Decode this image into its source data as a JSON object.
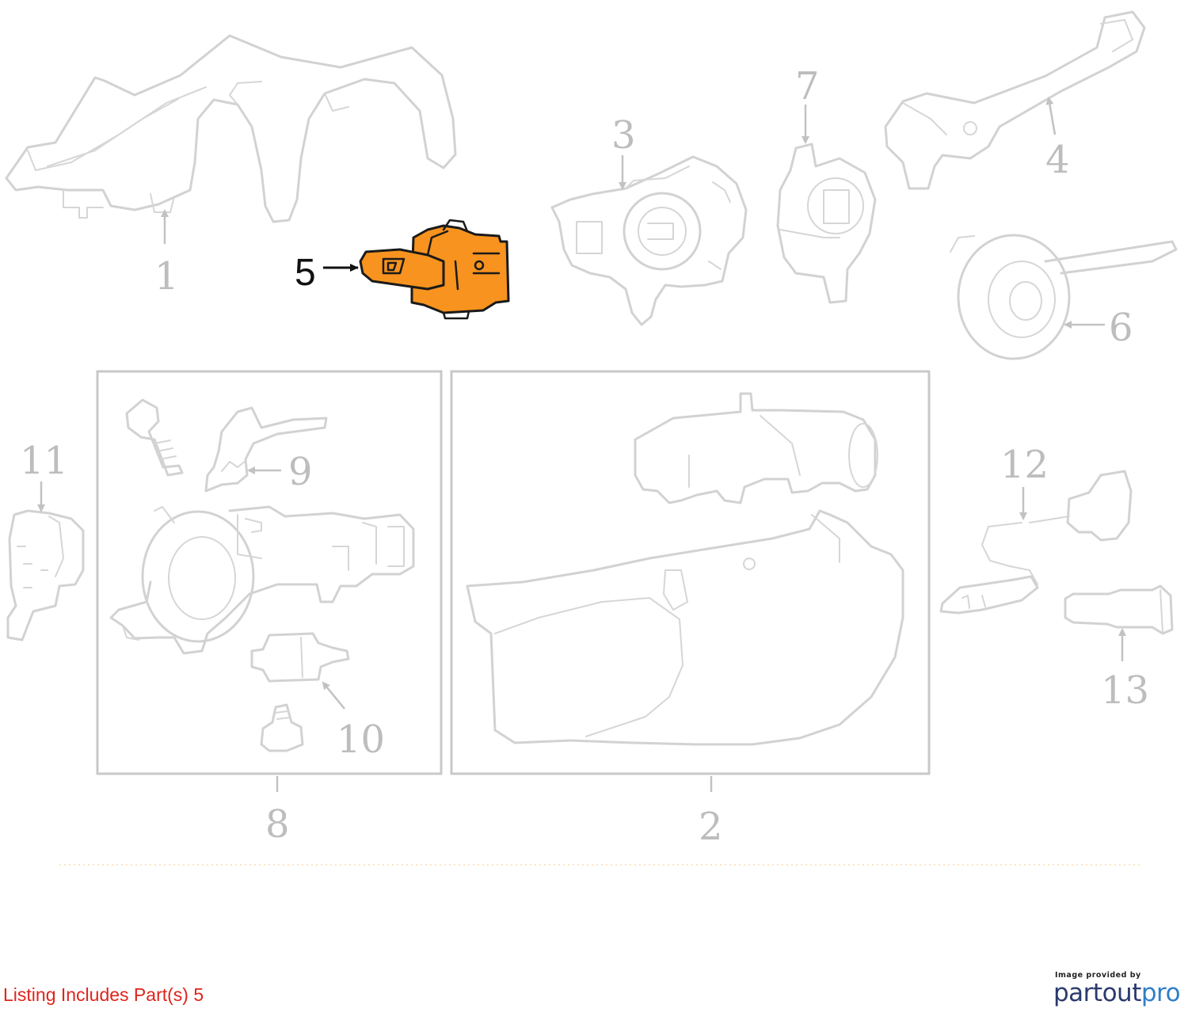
{
  "callouts": {
    "c1": "1",
    "c2": "2",
    "c3": "3",
    "c4": "4",
    "c5": "5",
    "c6": "6",
    "c7": "7",
    "c8": "8",
    "c9": "9",
    "c10": "10",
    "c11": "11",
    "c12": "12",
    "c13": "13"
  },
  "highlighted_part": "5",
  "highlight_color": "#f7931e",
  "footer": {
    "listing_note": "Listing Includes Part(s) 5",
    "listing_note_color": "#e0241b"
  },
  "branding": {
    "caption": "Image provided by",
    "logo_part1": "partout",
    "logo_part2": "pro",
    "logo_color_1": "#2a3a6e",
    "logo_color_2": "#2f7fc8"
  }
}
